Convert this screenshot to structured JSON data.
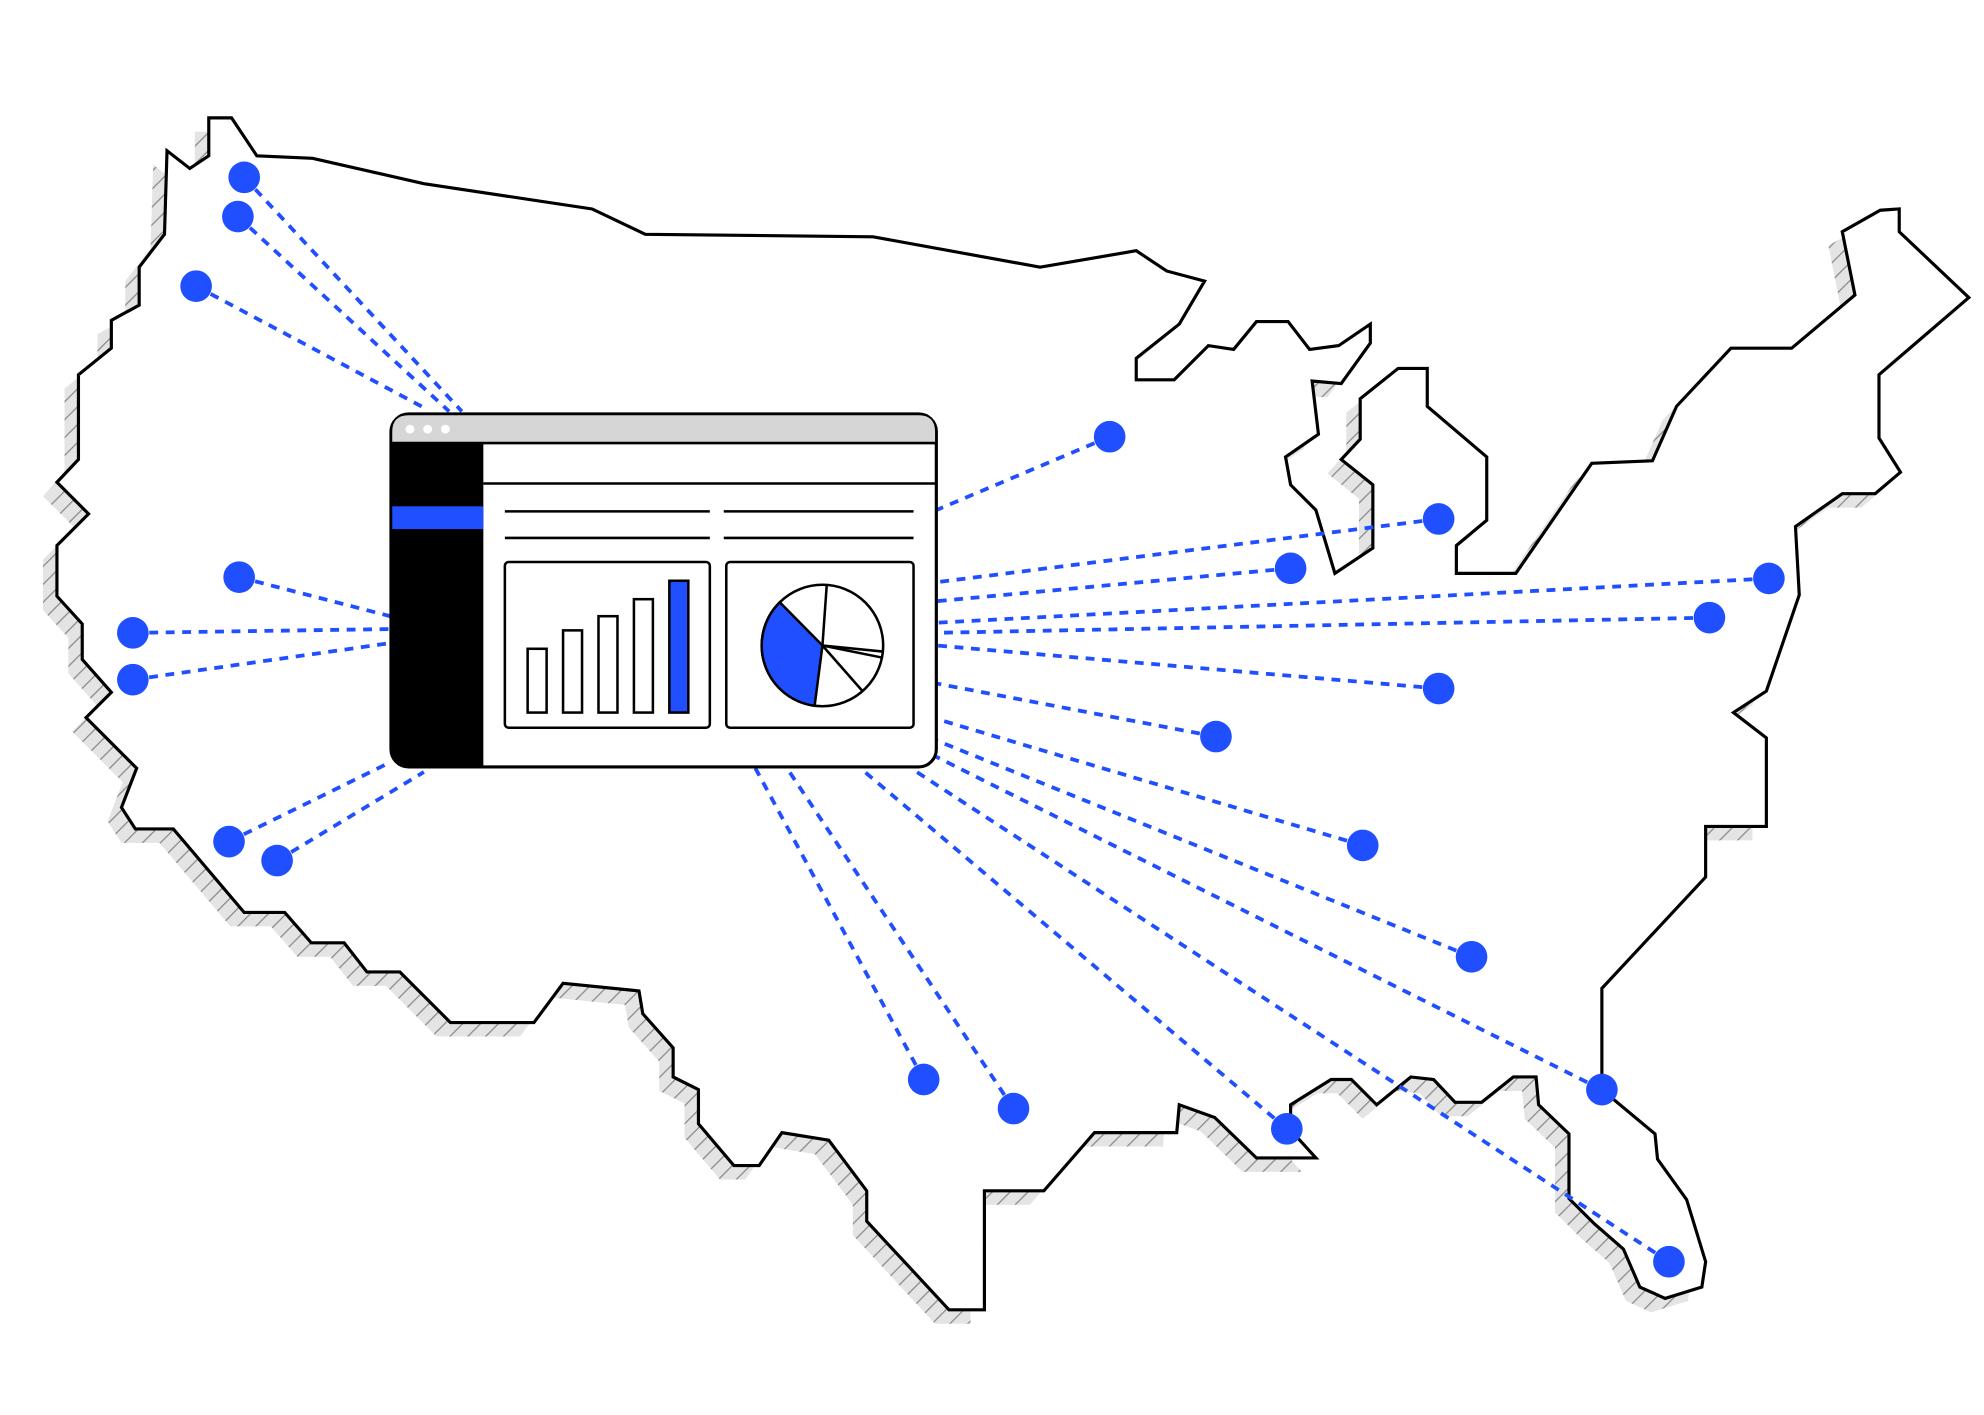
{
  "illustration": {
    "subject": "us-map-dashboard-connections",
    "colors": {
      "accent": "#1f4fff",
      "outline": "#000000",
      "shadow": "#d9d9d9",
      "titlebar": "#d6d6d6",
      "sidebar": "#000000",
      "background": "#ffffff"
    },
    "dashboard": {
      "window_controls": 3,
      "bar_chart_values": [
        0.45,
        0.58,
        0.68,
        0.8,
        0.93
      ],
      "highlighted_bar_index": 4,
      "pie_highlight_fraction": 0.42
    },
    "location_count": 22
  }
}
